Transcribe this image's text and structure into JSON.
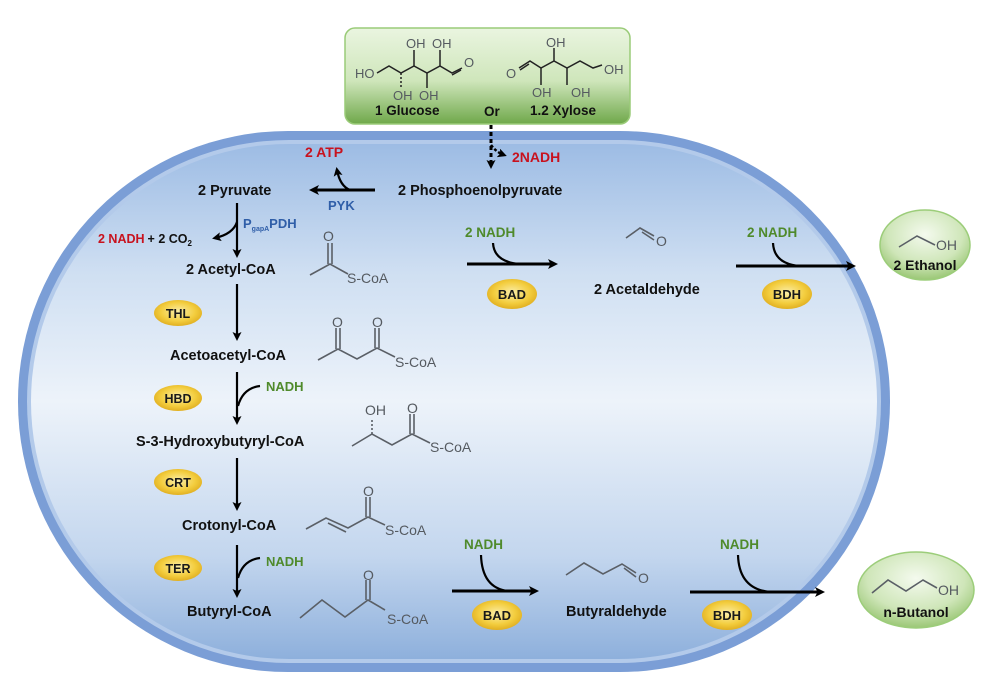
{
  "substrate_box": {
    "glucose_label": "1 Glucose",
    "or_label": "Or",
    "xylose_label": "1.2 Xylose",
    "glucose_atoms": {
      "oh1": "OH",
      "oh2": "OH",
      "oh3": "OH",
      "oh4": "OH",
      "ho": "HO",
      "o": "O"
    },
    "xylose_atoms": {
      "oh1": "OH",
      "oh2": "OH",
      "oh3": "OH",
      "oh4": "OH",
      "o": "O"
    }
  },
  "cofactors": {
    "nadh_glycolysis": "2NADH",
    "atp": "2 ATP",
    "pdh_products_nadh": "2 NADH",
    "pdh_products_co2": "+ 2 CO",
    "co2_subscript": "2",
    "bad_ethanol_nadh": "2 NADH",
    "bdh_ethanol_nadh": "2 NADH",
    "hbd_nadh": "NADH",
    "ter_nadh": "NADH",
    "bad_butanol_nadh": "NADH",
    "bdh_butanol_nadh": "NADH"
  },
  "enzymes_blue": {
    "pyk": "PYK",
    "pdh_prefix": "P",
    "pdh_subscript": "gapA",
    "pdh_suffix": "PDH"
  },
  "metabolites": {
    "pep": "2 Phosphoenolpyruvate",
    "pyruvate": "2 Pyruvate",
    "acetyl_coa": "2 Acetyl-CoA",
    "acetoacetyl_coa": "Acetoacetyl-CoA",
    "hydroxybutyryl_coa": "S-3-Hydroxybutyryl-CoA",
    "crotonyl_coa": "Crotonyl-CoA",
    "butyryl_coa": "Butyryl-CoA",
    "acetaldehyde": "2 Acetaldehyde",
    "butyraldehyde": "Butyraldehyde"
  },
  "enzymes": {
    "thl": "THL",
    "hbd": "HBD",
    "crt": "CRT",
    "ter": "TER",
    "bad_ethanol": "BAD",
    "bdh_ethanol": "BDH",
    "bad_butanol": "BAD",
    "bdh_butanol": "BDH"
  },
  "products": {
    "ethanol": "2 Ethanol",
    "butanol": "n-Butanol",
    "oh": "OH"
  },
  "structure_atoms": {
    "o": "O",
    "oh": "OH",
    "scoa": "S-CoA"
  },
  "colors": {
    "cell_fill_top": "#a9c4e6",
    "cell_fill_mid": "#e6eef8",
    "cell_fill_bottom": "#8fb1dc",
    "membrane": "#7b9ed6",
    "enzyme_gold": "#f1c530",
    "product_green": "#a9d18e",
    "substrate_green": "#8fc26a",
    "red": "#c8121e",
    "green_text": "#4f8a2b",
    "blue_text": "#2f5ea8"
  }
}
